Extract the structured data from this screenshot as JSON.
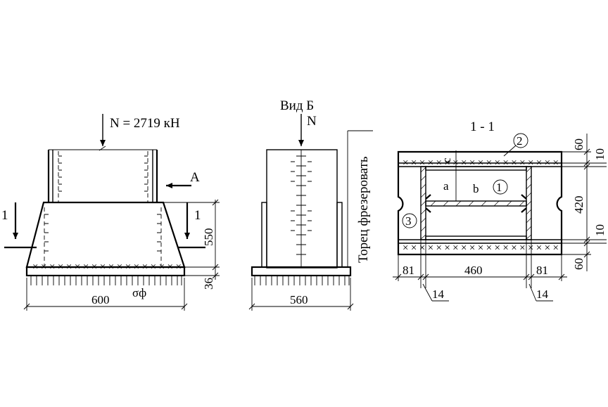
{
  "diagram": {
    "load_label": "N = 2719 кН",
    "view_b_title": "Вид Б",
    "view_b_load": "N",
    "section_title": "1 - 1",
    "arrow_a": "А",
    "section_mark_left": "1",
    "section_mark_right": "1",
    "side_note": "Торец фрезеровать",
    "stress_label": "σф",
    "dims": {
      "base_width_front": "600",
      "height_550": "550",
      "plate_36": "36",
      "base_width_side": "560",
      "sec_60_top": "60",
      "sec_10_top": "10",
      "sec_420": "420",
      "sec_10_bot": "10",
      "sec_60_bot": "60",
      "sec_81_left": "81",
      "sec_460": "460",
      "sec_81_right": "81",
      "sec_14_left": "14",
      "sec_14_right": "14"
    },
    "section_labels": {
      "a": "a",
      "b": "b",
      "c": "c"
    },
    "callouts": [
      "1",
      "2",
      "3"
    ]
  }
}
